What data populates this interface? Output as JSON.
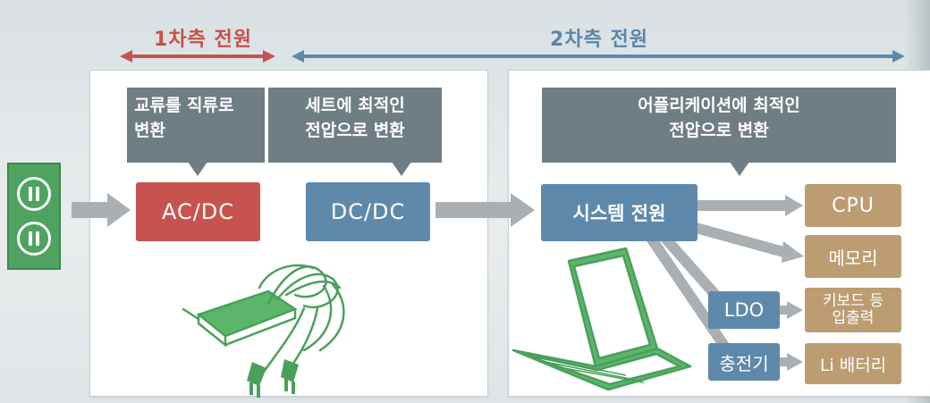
{
  "headers": {
    "primary": "1차측 전원",
    "secondary": "2차측 전원"
  },
  "callouts": {
    "ac_to_dc": [
      "교류를 직류로",
      "변환"
    ],
    "set_voltage": [
      "세트에 최적인",
      "전압으로 변환"
    ],
    "app_voltage": [
      "어플리케이션에 최적인",
      "전압으로 변환"
    ]
  },
  "blocks": {
    "acdc": "AC/DC",
    "dcdc": "DC/DC",
    "system": "시스템 전원",
    "ldo": "LDO",
    "charger": "충전기"
  },
  "loads": {
    "cpu": "CPU",
    "memory": "메모리",
    "keyboard_io": [
      "키보드 등",
      "입출력"
    ],
    "battery": "Li 배터리"
  },
  "colors": {
    "primary_red": "#c8534e",
    "secondary_blue": "#5e89ab",
    "callout_gray": "#6f7d84",
    "load_tan": "#bd9c72",
    "plug_green": "#4fa360",
    "arrow_gray": "#a9afb2"
  },
  "icons": {
    "outlet": "power-outlet-icon",
    "adapter": "ac-adapter-illustration",
    "laptop": "laptop-illustration"
  }
}
